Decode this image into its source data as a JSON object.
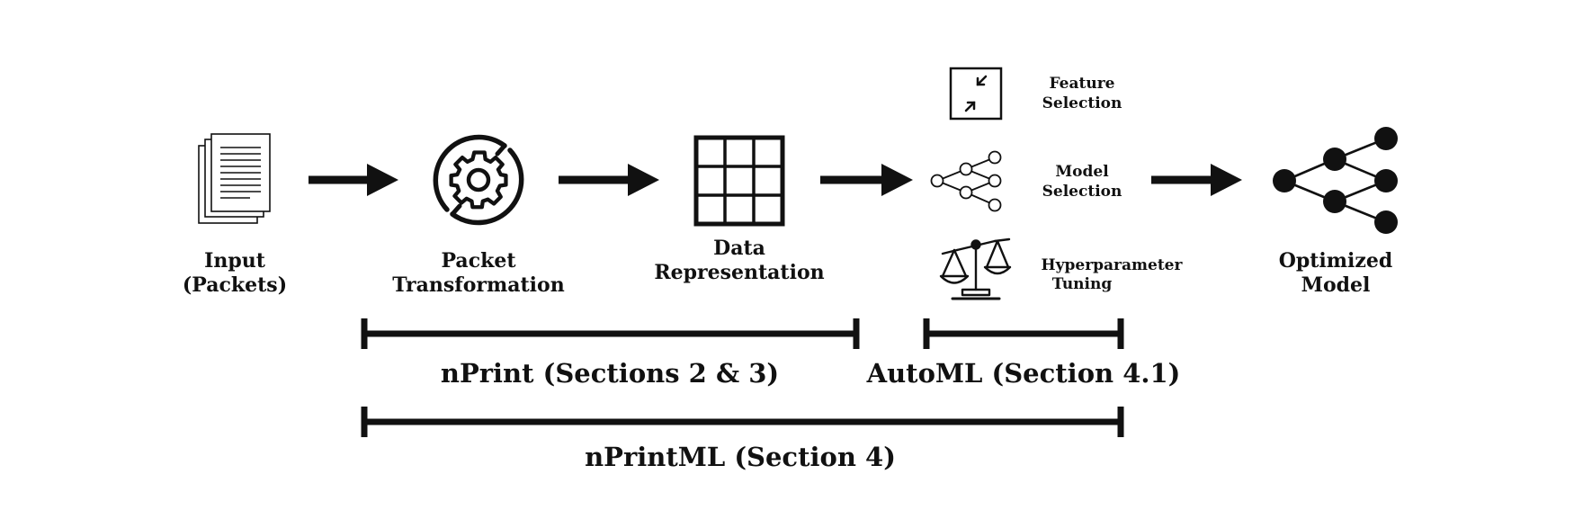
{
  "colors": {
    "ink": "#111111",
    "background": "#ffffff"
  },
  "steps": {
    "input": {
      "line1": "Input",
      "line2": "(Packets)",
      "icon": "document-stack-icon"
    },
    "packet_transformation": {
      "line1": "Packet",
      "line2": "Transformation",
      "icon": "gear-cycle-icon"
    },
    "data_representation": {
      "line1": "Data",
      "line2": "Representation",
      "icon": "grid-table-icon"
    },
    "automl_steps": {
      "feature_selection": {
        "line1": "Feature",
        "line2": "Selection",
        "icon": "shrink-arrows-icon"
      },
      "model_selection": {
        "line1": "Model",
        "line2": "Selection",
        "icon": "network-graph-icon"
      },
      "hyperparameter_tuning": {
        "line1": "Hyperparameter",
        "line2": "Tuning",
        "icon": "balance-scale-icon"
      }
    },
    "optimized_model": {
      "line1": "Optimized",
      "line2": "Model",
      "icon": "tree-network-icon"
    }
  },
  "spans": {
    "nprint": "nPrint (Sections 2 & 3)",
    "automl": "AutoML (Section 4.1)",
    "nprintml": "nPrintML (Section 4)"
  }
}
